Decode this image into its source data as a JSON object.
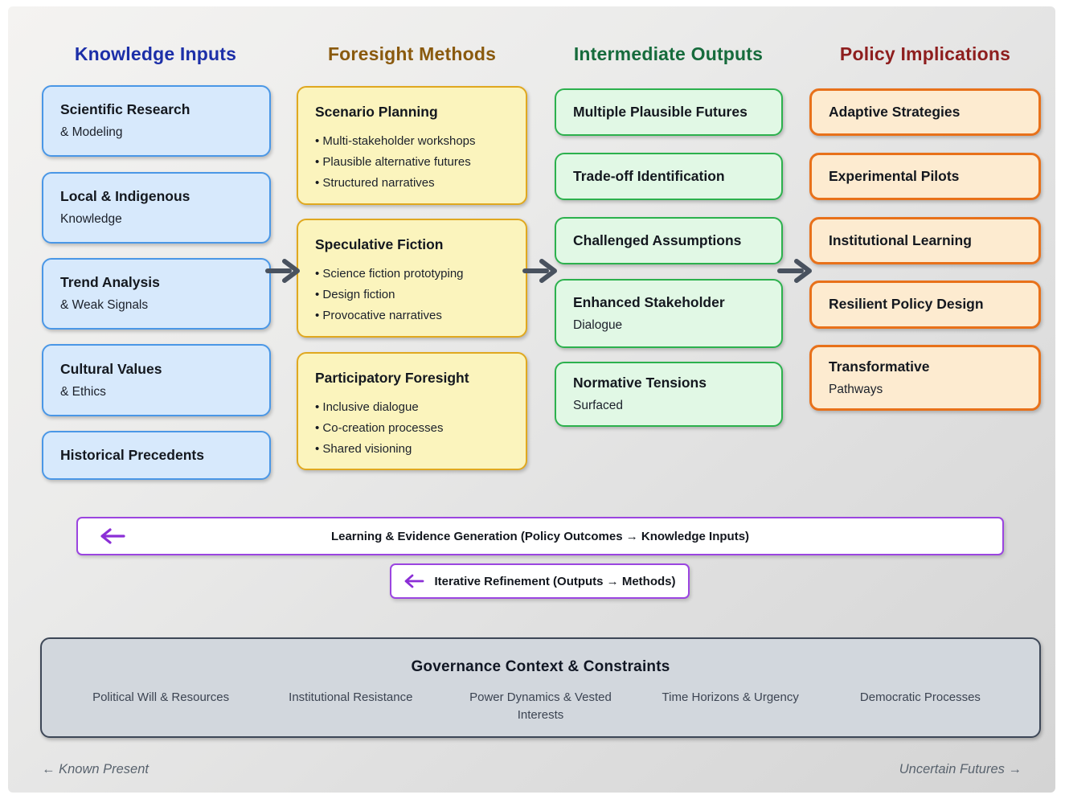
{
  "columns": [
    {
      "title": "Knowledge Inputs",
      "items": [
        {
          "title": "Scientific Research",
          "subtitle": "& Modeling"
        },
        {
          "title": "Local & Indigenous",
          "subtitle": "Knowledge"
        },
        {
          "title": "Trend Analysis",
          "subtitle": "& Weak Signals"
        },
        {
          "title": "Cultural Values",
          "subtitle": "& Ethics"
        },
        {
          "title": "Historical Precedents"
        }
      ]
    },
    {
      "title": "Foresight Methods",
      "items": [
        {
          "title": "Scenario Planning",
          "bullets": [
            "Multi-stakeholder workshops",
            "Plausible alternative futures",
            "Structured narratives"
          ]
        },
        {
          "title": "Speculative Fiction",
          "bullets": [
            "Science fiction prototyping",
            "Design fiction",
            "Provocative narratives"
          ]
        },
        {
          "title": "Participatory Foresight",
          "bullets": [
            "Inclusive dialogue",
            "Co-creation processes",
            "Shared visioning"
          ]
        }
      ]
    },
    {
      "title": "Intermediate Outputs",
      "items": [
        {
          "title": "Multiple Plausible Futures"
        },
        {
          "title": "Trade-off Identification"
        },
        {
          "title": "Challenged Assumptions"
        },
        {
          "title": "Enhanced Stakeholder",
          "subtitle": "Dialogue"
        },
        {
          "title": "Normative Tensions",
          "subtitle": "Surfaced"
        }
      ]
    },
    {
      "title": "Policy Implications",
      "items": [
        {
          "title": "Adaptive Strategies"
        },
        {
          "title": "Experimental Pilots"
        },
        {
          "title": "Institutional Learning"
        },
        {
          "title": "Resilient Policy Design"
        },
        {
          "title": "Transformative",
          "subtitle": "Pathways"
        }
      ]
    }
  ],
  "feedback": {
    "bar1": "Learning & Evidence Generation (Policy Outcomes → Knowledge Inputs)",
    "bar2": "Iterative Refinement (Outputs → Methods)"
  },
  "governance": {
    "title": "Governance Context & Constraints",
    "items": [
      "Political Will & Resources",
      "Institutional Resistance",
      "Power Dynamics & Vested Interests",
      "Time Horizons & Urgency",
      "Democratic Processes"
    ]
  },
  "footer": {
    "left": "← Known Present",
    "right": "Uncertain Futures →"
  },
  "icons": {
    "flow-arrow-icon": "→",
    "feedback-arrow-icon": "←"
  },
  "colors": {
    "header_inputs": "#1c2fa8",
    "header_methods": "#8a5a0e",
    "header_outputs": "#166b3c",
    "header_policy": "#8e1e1e",
    "inputs_fill": "#d7e9fc",
    "inputs_border": "#4a97e6",
    "methods_fill": "#fbf4bd",
    "methods_border": "#e0a81f",
    "outputs_fill": "#e1f8e5",
    "outputs_border": "#2cb14d",
    "policy_fill": "#fdebd0",
    "policy_border": "#e8711a",
    "flow_arrow": "#49525f",
    "feedback_purple": "#9b45e0",
    "governance_fill": "#d2d7dd",
    "governance_border": "#3d4757"
  }
}
